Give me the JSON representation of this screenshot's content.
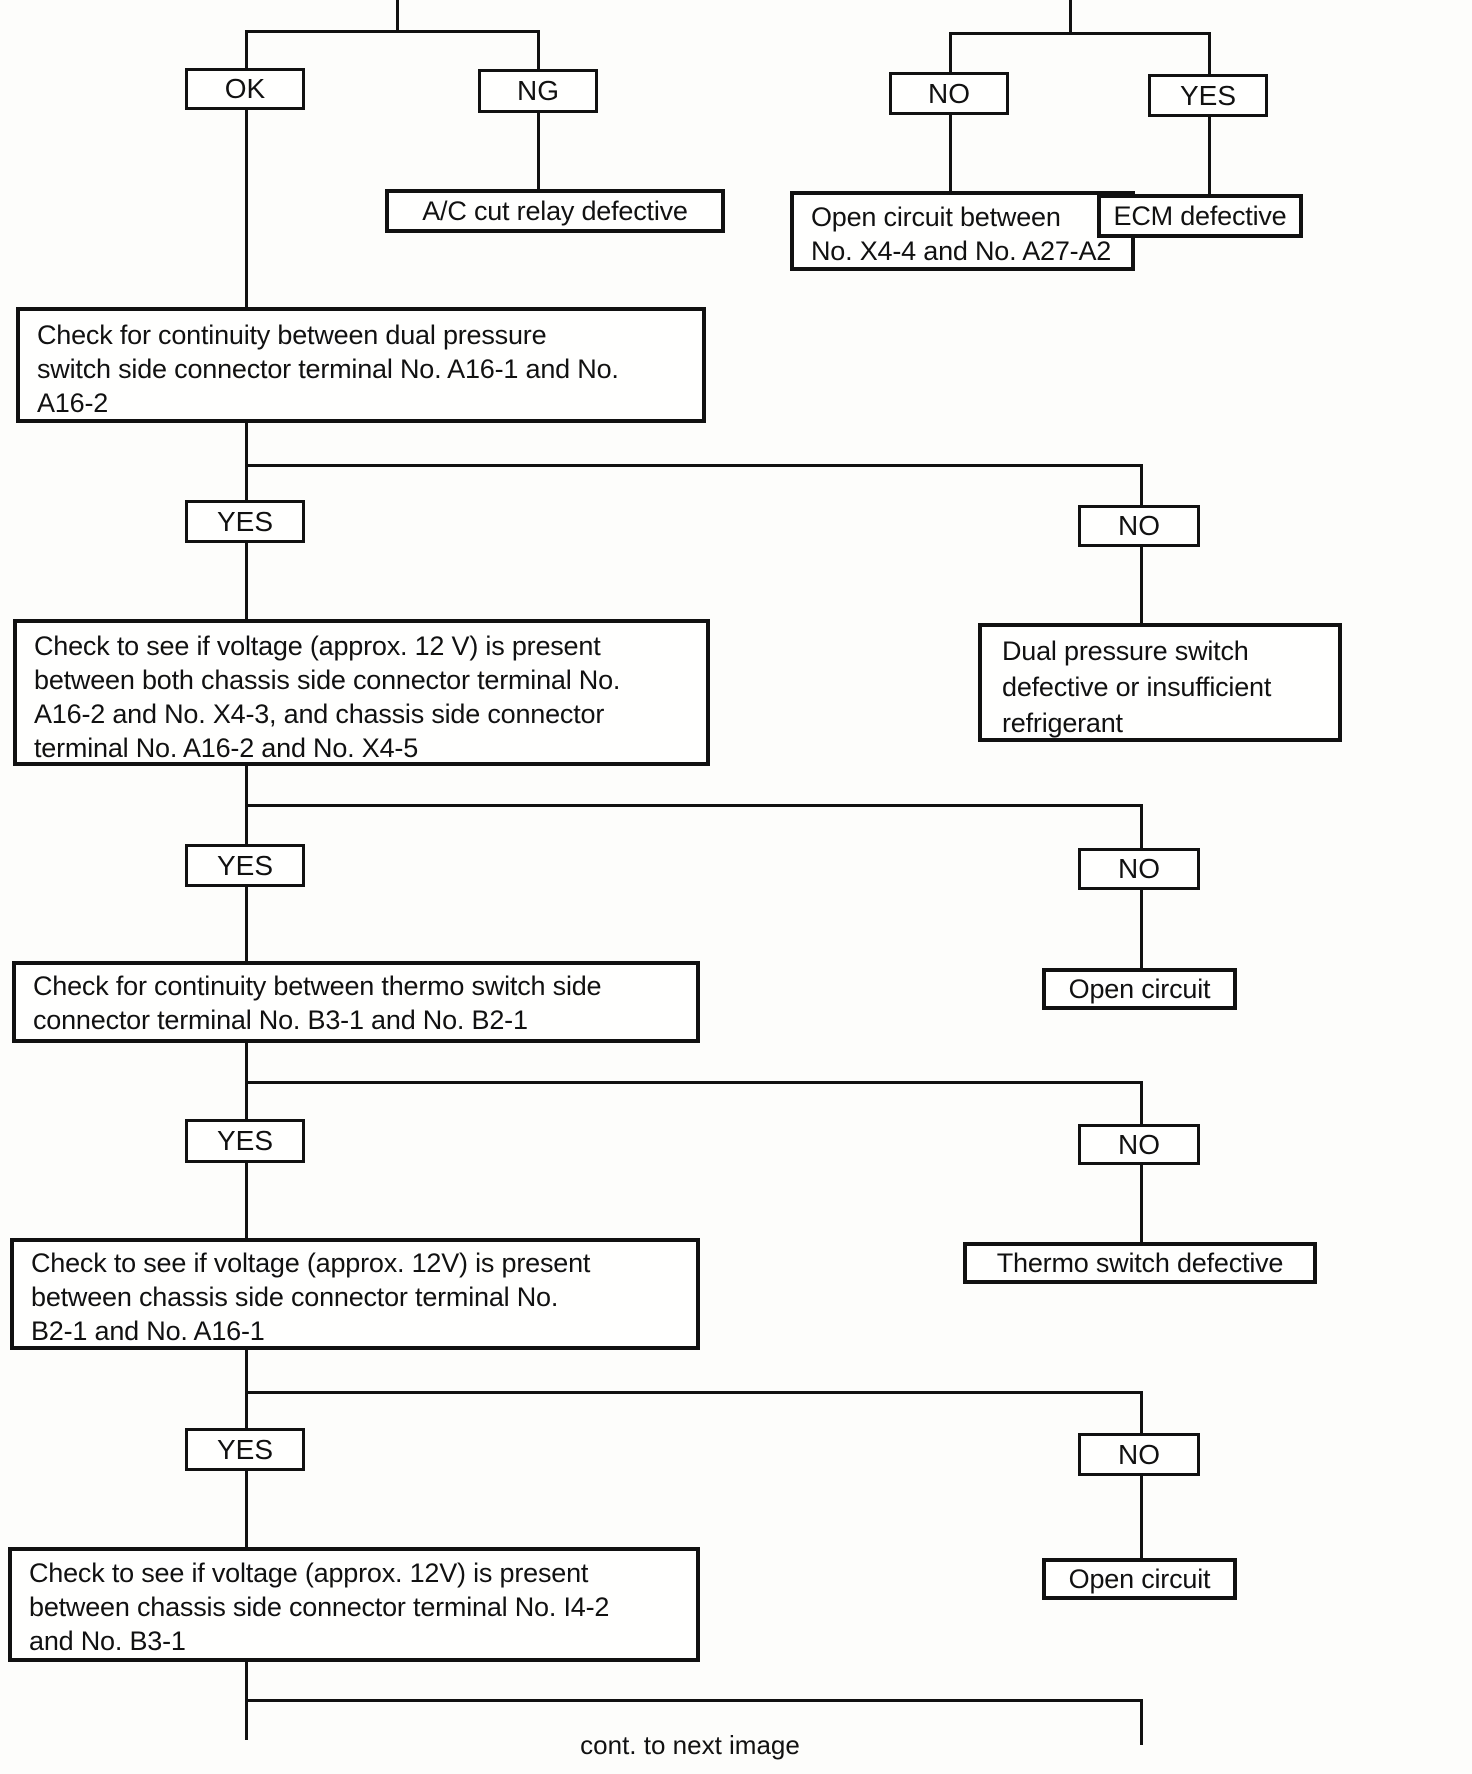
{
  "labels": {
    "ok": "OK",
    "ng": "NG",
    "no": "NO",
    "yes": "YES"
  },
  "boxes": {
    "ac_relay": "A/C cut relay defective",
    "open_x44": [
      "Open circuit between",
      "No. X4-4 and No. A27-A2"
    ],
    "ecm": "ECM defective",
    "check_dual": [
      "Check for continuity between dual pressure",
      "switch side connector terminal No. A16-1 and No.",
      "A16-2"
    ],
    "dual_defective": [
      "Dual pressure switch",
      "defective or insufficient",
      "refrigerant"
    ],
    "check_voltage_a16": [
      "Check to see if voltage (approx. 12 V) is present",
      "between both chassis side connector terminal No.",
      "A16-2 and No. X4-3, and chassis side connector",
      "terminal No. A16-2 and No. X4-5"
    ],
    "open_circuit": "Open circuit",
    "check_thermo": [
      "Check for continuity between thermo switch side",
      "connector terminal No. B3-1 and No. B2-1"
    ],
    "thermo_defective": "Thermo switch defective",
    "check_voltage_b2": [
      "Check to see if voltage (approx. 12V) is present",
      "between chassis side connector terminal No.",
      "B2-1 and No. A16-1"
    ],
    "check_voltage_i4": [
      "Check to see if voltage (approx. 12V) is present",
      "between chassis side connector terminal No. I4-2",
      "and No. B3-1"
    ]
  },
  "footer": {
    "note": "cont. to next image"
  }
}
